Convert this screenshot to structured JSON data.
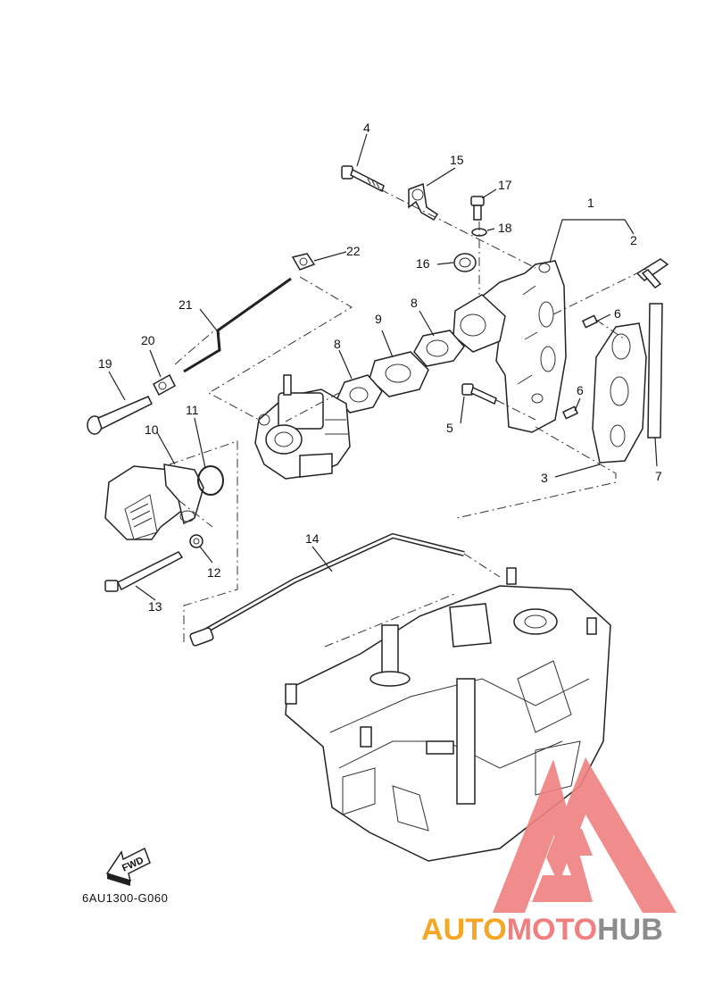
{
  "diagram": {
    "callouts": [
      "1",
      "2",
      "3",
      "4",
      "5",
      "6",
      "6",
      "7",
      "8",
      "8",
      "9",
      "10",
      "11",
      "12",
      "13",
      "14",
      "15",
      "16",
      "17",
      "18",
      "19",
      "20",
      "21",
      "22"
    ],
    "direction_label": "FWD",
    "drawing_code": "6AU1300-G060"
  },
  "watermark": {
    "part1": "AUTO",
    "part2": "MOTO",
    "part3": "HUB",
    "colors": {
      "orange": "#f5a623",
      "salmon": "#f08080",
      "gray": "#8c8c8c"
    }
  }
}
